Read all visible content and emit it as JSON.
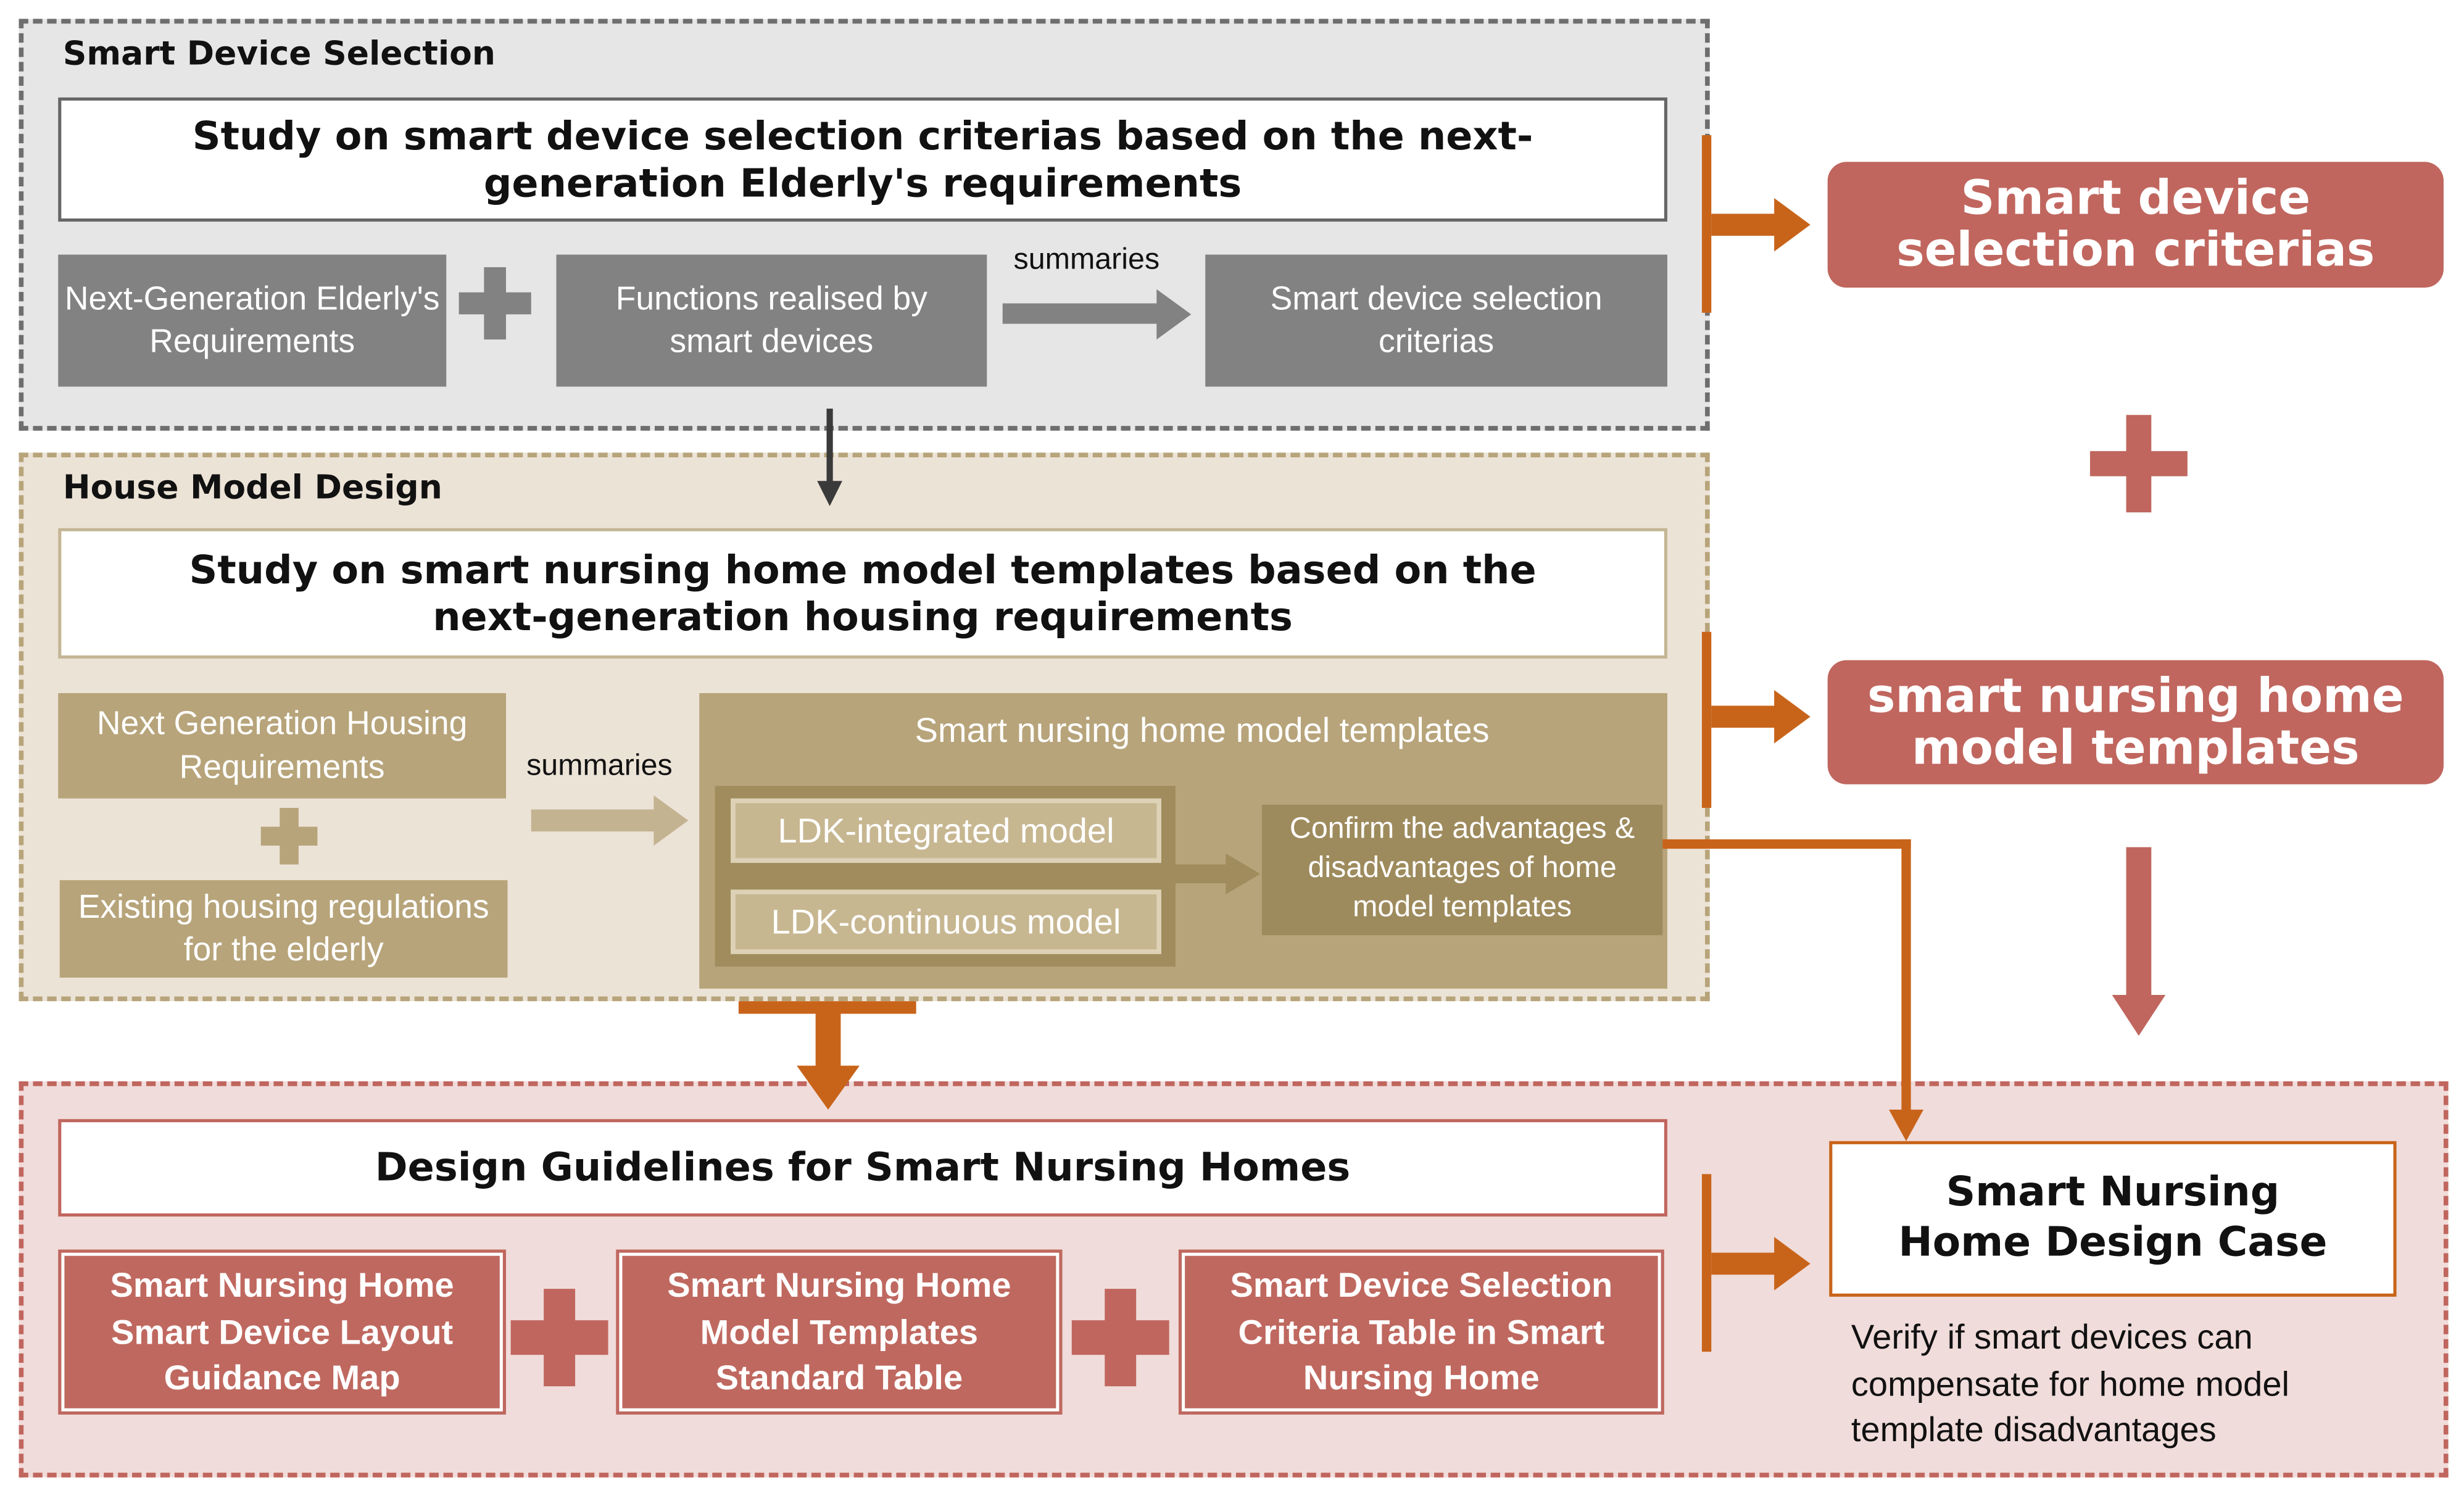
{
  "sections": {
    "smart_device": {
      "label": "Smart Device Selection",
      "title": "Study on smart device selection criterias based on the next-generation Elderly's requirements",
      "input_a": "Next-Generation Elderly's Requirements",
      "input_b": "Functions realised by smart devices",
      "arrow_label": "summaries",
      "result": "Smart device selection criterias"
    },
    "house_model": {
      "label": "House Model Design",
      "title": "Study on smart nursing home model templates based on the next-generation housing requirements",
      "input_a": "Next Generation Housing Requirements",
      "input_b": "Existing housing regulations for the elderly",
      "arrow_label": "summaries",
      "templates_title": "Smart nursing home model templates",
      "model_1": "LDK-integrated model",
      "model_2": "LDK-continuous model",
      "confirm": "Confirm the advantages & disadvantages of home model templates"
    },
    "guidelines": {
      "title": "Design Guidelines for Smart Nursing Homes",
      "card_1": "Smart Nursing Home Smart Device Layout Guidance Map",
      "card_2": "Smart Nursing Home Model Templates Standard Table",
      "card_3": "Smart Device Selection Criteria Table in Smart Nursing Home"
    }
  },
  "outputs": {
    "criteria": "Smart device selection criterias",
    "templates": "smart nursing home model templates",
    "case_title": "Smart Nursing Home Design Case",
    "case_note": "Verify if smart devices can compensate for home model template disadvantages"
  },
  "colors": {
    "accent_orange": "#c8641a",
    "output_red": "#c0665e",
    "grey_section": "#e6e6e6",
    "tan_section": "#ece3d7",
    "pink_section": "#f0dcda"
  }
}
